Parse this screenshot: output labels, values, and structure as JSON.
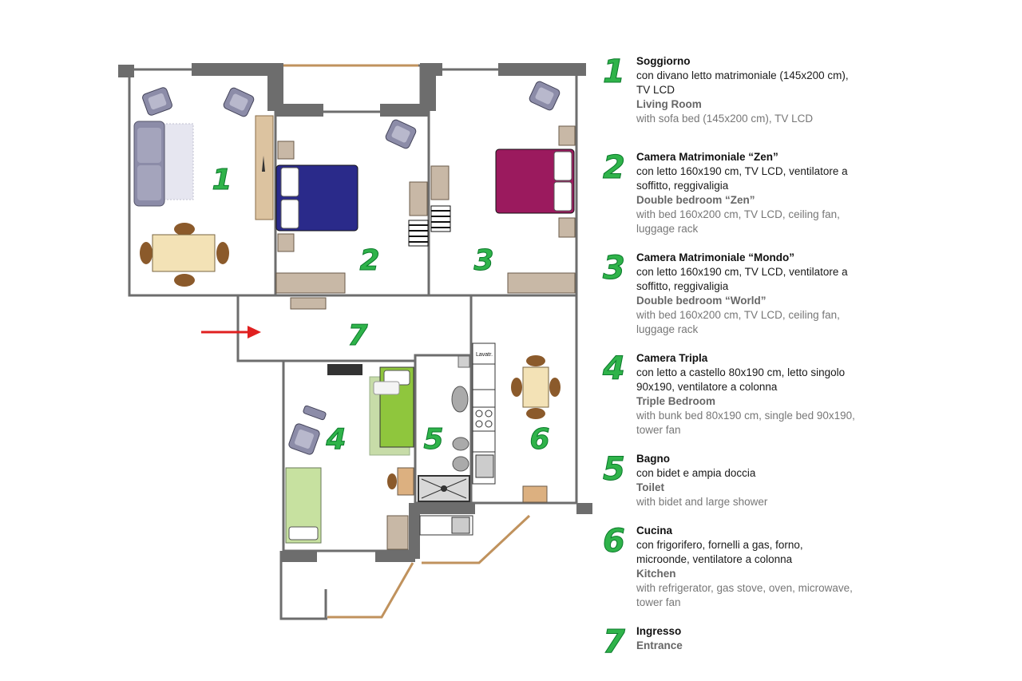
{
  "colors": {
    "wall": "#6d6d6d",
    "number_fill": "#2fb34a",
    "number_stroke": "#0b7a2b",
    "door": "#c0925d",
    "entrance_arrow": "#e02020",
    "bed_blue": "#2a2a8a",
    "bed_magenta": "#9b1a5e",
    "bed_green": "#8fc63d",
    "sofa": "#8c8ca8",
    "table": "#f3e2b6",
    "chair": "#8b5a2b"
  },
  "plan": {
    "room_numbers": [
      "1",
      "2",
      "3",
      "4",
      "5",
      "6",
      "7"
    ],
    "bathroom_sign": "Lavatr."
  },
  "legend": [
    {
      "num": "1",
      "it_title": "Soggiorno",
      "it_desc": "con divano letto matrimoniale (145x200 cm), TV LCD",
      "en_title": "Living Room",
      "en_desc": "with sofa bed (145x200 cm), TV LCD"
    },
    {
      "num": "2",
      "it_title": "Camera Matrimoniale “Zen”",
      "it_desc": "con letto 160x190 cm, TV LCD, ventilatore a soffitto, reggivaligia",
      "en_title": "Double bedroom  “Zen”",
      "en_desc": "with bed 160x200 cm, TV LCD, ceiling fan, luggage rack"
    },
    {
      "num": "3",
      "it_title": "Camera Matrimoniale “Mondo”",
      "it_desc": "con letto 160x190 cm, TV LCD, ventilatore a soffitto, reggivaligia",
      "en_title": "Double bedroom  “World”",
      "en_desc": "with bed 160x200 cm, TV LCD, ceiling fan, luggage rack"
    },
    {
      "num": "4",
      "it_title": "Camera Tripla",
      "it_desc": "con letto a castello 80x190 cm, letto singolo 90x190, ventilatore a colonna",
      "en_title": "Triple Bedroom",
      "en_desc": "with bunk bed 80x190 cm, single bed 90x190, tower fan"
    },
    {
      "num": "5",
      "it_title": "Bagno",
      "it_desc": "con bidet e ampia doccia",
      "en_title": "Toilet",
      "en_desc": "with bidet and large shower"
    },
    {
      "num": "6",
      "it_title": "Cucina",
      "it_desc": "con frigorifero, fornelli a gas, forno, microonde, ventilatore a colonna",
      "en_title": "Kitchen",
      "en_desc": "with refrigerator, gas stove, oven, microwave, tower fan"
    },
    {
      "num": "7",
      "it_title": "Ingresso",
      "it_desc": "",
      "en_title": "Entrance",
      "en_desc": ""
    }
  ]
}
